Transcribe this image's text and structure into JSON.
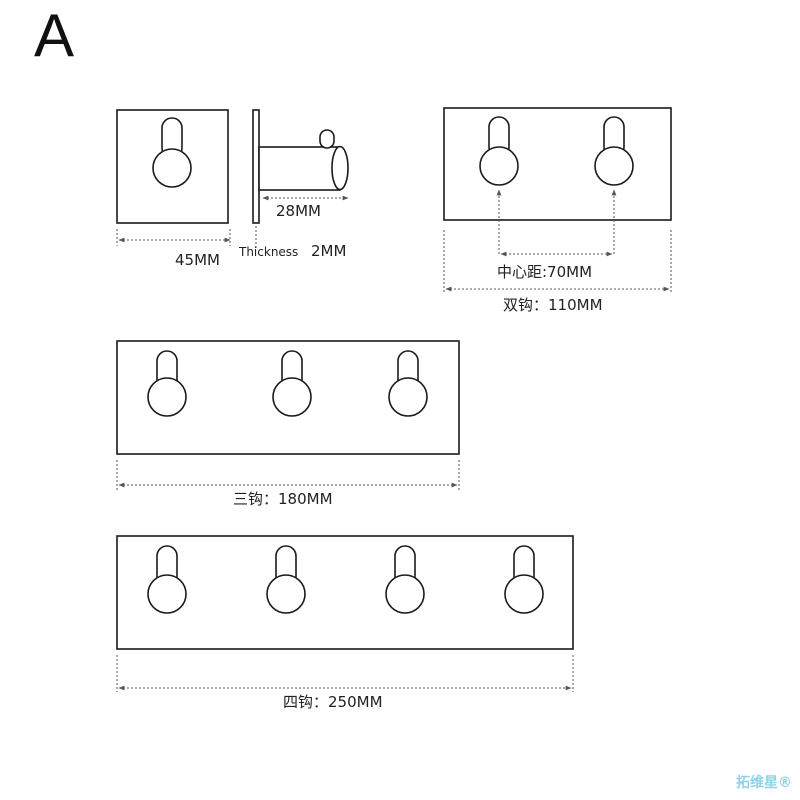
{
  "panel_label": "A",
  "colors": {
    "outline": "#1a1a1a",
    "dimension": "#555555",
    "watermark": "#8fd3e8"
  },
  "single_hook": {
    "width_label": "45MM",
    "depth_label": "28MM",
    "thickness_label": "Thickness",
    "thickness_value": "2MM"
  },
  "double_hook": {
    "center_label": "中心距:70MM",
    "length_label": "双钩：110MM",
    "hook_count": 2
  },
  "triple_hook": {
    "length_label": "三钩：180MM",
    "hook_count": 3
  },
  "quad_hook": {
    "length_label": "四钩：250MM",
    "hook_count": 4
  },
  "watermark": "拓维星®"
}
